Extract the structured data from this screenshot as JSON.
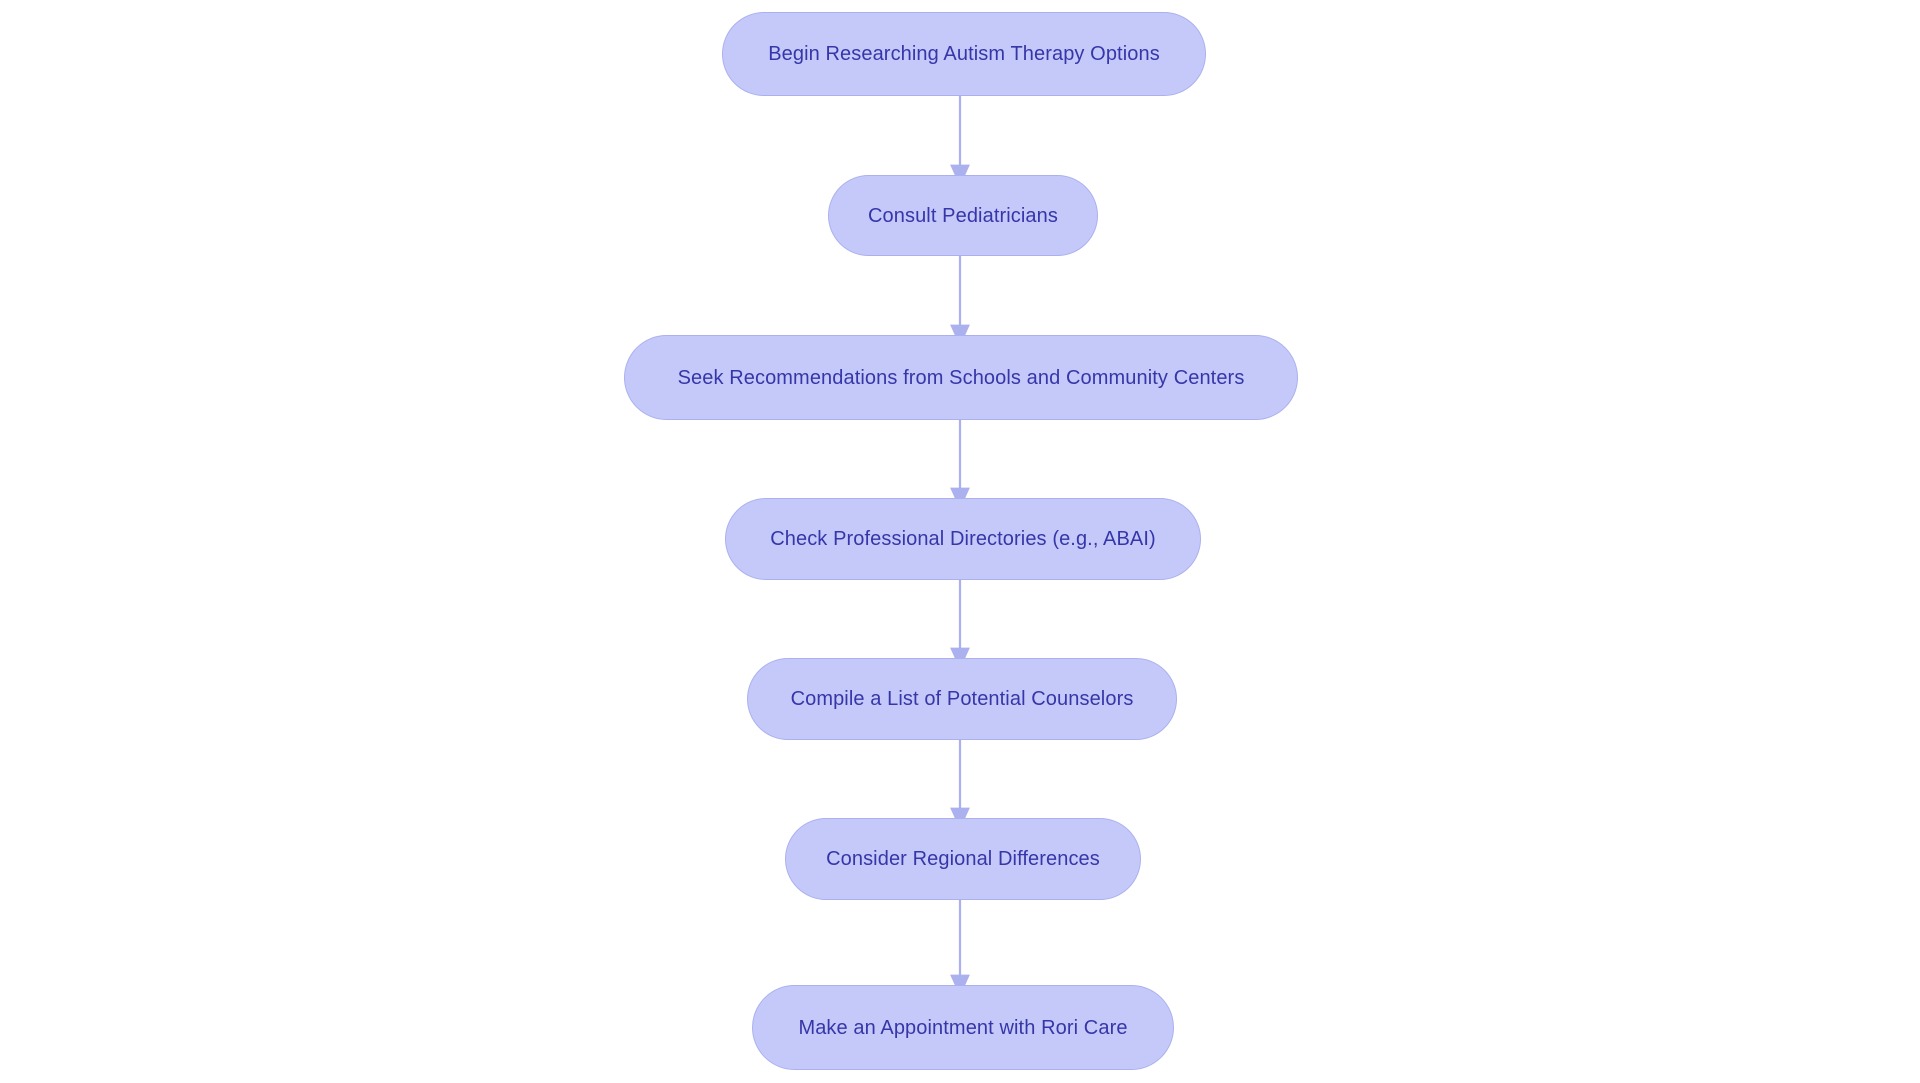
{
  "diagram": {
    "type": "flowchart",
    "orientation": "top-to-bottom",
    "background_color": "#ffffff",
    "node_fill_color": "#c5c9fa",
    "node_border_color": "#aab1ee",
    "node_text_color": "#3636a9",
    "connector_color": "#aab1ee",
    "nodes": [
      {
        "id": "n0",
        "label": "Begin Researching Autism Therapy Options"
      },
      {
        "id": "n1",
        "label": "Consult Pediatricians"
      },
      {
        "id": "n2",
        "label": "Seek Recommendations from Schools and Community Centers"
      },
      {
        "id": "n3",
        "label": "Check Professional Directories (e.g., ABAI)"
      },
      {
        "id": "n4",
        "label": "Compile a List of Potential Counselors"
      },
      {
        "id": "n5",
        "label": "Consider Regional Differences"
      },
      {
        "id": "n6",
        "label": "Make an Appointment with Rori Care"
      }
    ],
    "edges": [
      {
        "from": "n0",
        "to": "n1",
        "label": ""
      },
      {
        "from": "n1",
        "to": "n2",
        "label": ""
      },
      {
        "from": "n2",
        "to": "n3",
        "label": ""
      },
      {
        "from": "n3",
        "to": "n4",
        "label": ""
      },
      {
        "from": "n4",
        "to": "n5",
        "label": ""
      },
      {
        "from": "n5",
        "to": "n6",
        "label": ""
      }
    ]
  }
}
